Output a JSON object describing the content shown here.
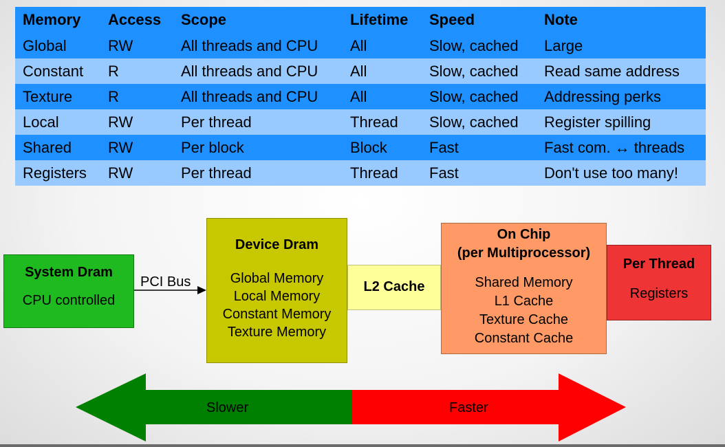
{
  "table": {
    "headers": [
      "Memory",
      "Access",
      "Scope",
      "Lifetime",
      "Speed",
      "Note"
    ],
    "rows": [
      [
        "Global",
        "RW",
        "All threads and CPU",
        "All",
        "Slow, cached",
        "Large"
      ],
      [
        "Constant",
        "R",
        "All threads and CPU",
        "All",
        "Slow, cached",
        "Read same address"
      ],
      [
        "Texture",
        "R",
        "All threads and CPU",
        "All",
        "Slow, cached",
        "Addressing perks"
      ],
      [
        "Local",
        "RW",
        "Per thread",
        "Thread",
        "Slow, cached",
        "Register spilling"
      ],
      [
        "Shared",
        "RW",
        "Per block",
        "Block",
        "Fast",
        "Fast com. ↔ threads"
      ],
      [
        "Registers",
        "RW",
        "Per thread",
        "Thread",
        "Fast",
        "Don't use too many!"
      ]
    ]
  },
  "diagram": {
    "system_dram": {
      "title": "System Dram",
      "sub": "CPU controlled"
    },
    "pci_bus": "PCI Bus",
    "device_dram": {
      "title": "Device Dram",
      "lines": [
        "Global Memory",
        "Local Memory",
        "Constant Memory",
        "Texture Memory"
      ]
    },
    "l2_cache": "L2 Cache",
    "on_chip": {
      "title_line1": "On Chip",
      "title_line2": "(per Multiprocessor)",
      "lines": [
        "Shared Memory",
        "L1 Cache",
        "Texture Cache",
        "Constant Cache"
      ]
    },
    "per_thread": {
      "title": "Per Thread",
      "sub": "Registers"
    }
  },
  "arrow": {
    "slower": "Slower",
    "faster": "Faster"
  },
  "colors": {
    "header_blue": "#1e90ff",
    "row_light_blue": "#98caff",
    "system_green": "#1fba1f",
    "device_olive": "#c8c800",
    "l2_yellow": "#ffff99",
    "chip_orange": "#ff9966",
    "thread_red": "#ee3434",
    "arrow_green": "#008000",
    "arrow_red": "#ff0000"
  }
}
